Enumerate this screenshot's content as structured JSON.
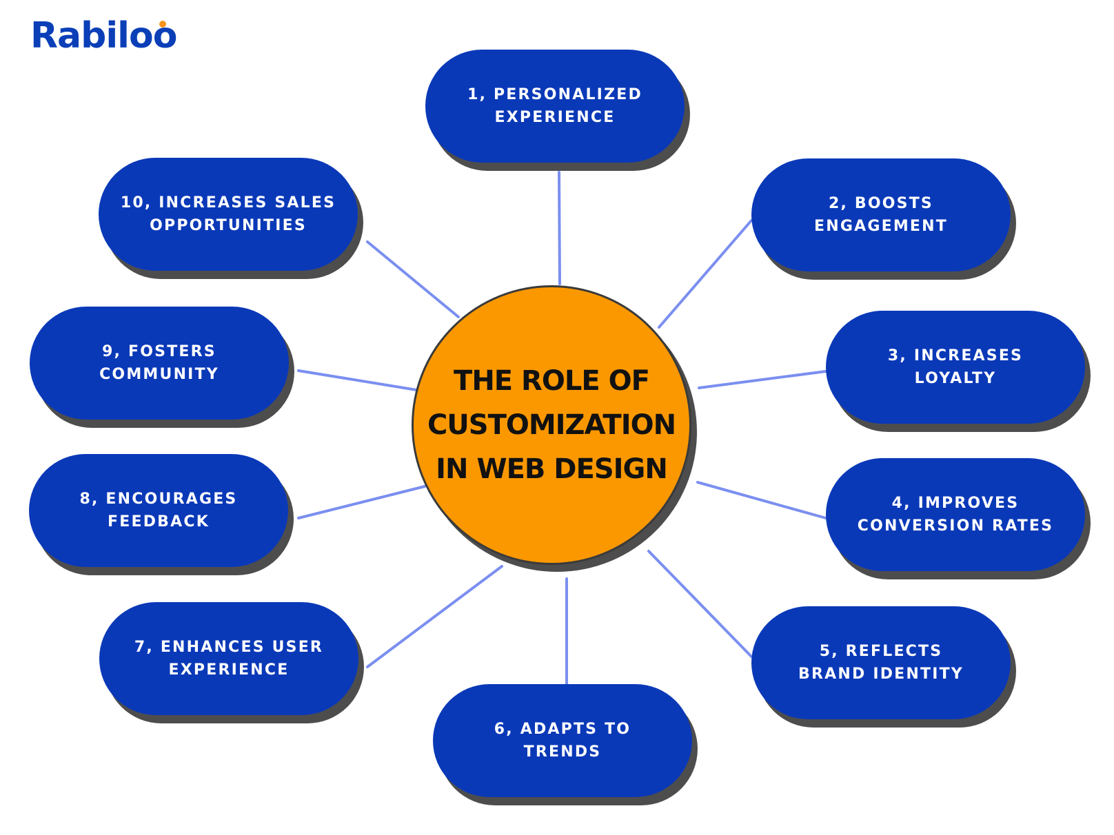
{
  "brand": {
    "name": "Rabiloo",
    "colors": {
      "logo": "#0b3fb8",
      "logo_dot": "#f7941d",
      "node_fill": "#0a39b8",
      "node_shadow": "#4d4d4d",
      "hub_fill": "#fb9800",
      "connector": "#7b8ff0"
    }
  },
  "hub": {
    "title": "THE ROLE OF\nCUSTOMIZATION\nIN WEB DESIGN"
  },
  "nodes": [
    {
      "label": "1, PERSONALIZED\nEXPERIENCE"
    },
    {
      "label": "2, BOOSTS\nENGAGEMENT"
    },
    {
      "label": "3, INCREASES\nLOYALTY"
    },
    {
      "label": "4, IMPROVES\nCONVERSION RATES"
    },
    {
      "label": "5, REFLECTS\nBRAND IDENTITY"
    },
    {
      "label": "6, ADAPTS TO\nTRENDS"
    },
    {
      "label": "7, ENHANCES USER\nEXPERIENCE"
    },
    {
      "label": "8, ENCOURAGES\nFEEDBACK"
    },
    {
      "label": "9, FOSTERS\nCOMMUNITY"
    },
    {
      "label": "10, INCREASES SALES\nOPPORTUNITIES"
    }
  ]
}
